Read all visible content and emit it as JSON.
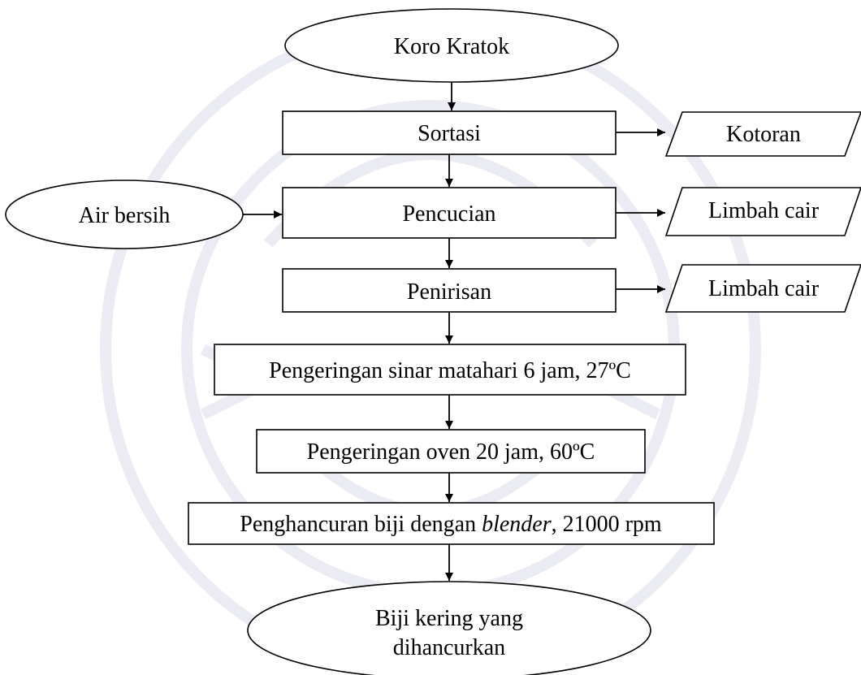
{
  "diagram": {
    "start": "Koro Kratok",
    "steps": {
      "sortasi": "Sortasi",
      "pencucian": "Pencucian",
      "penirisan": "Penirisan",
      "pengeringan_sinar": "Pengeringan sinar matahari 6 jam, 27ºC",
      "pengeringan_oven": "Pengeringan oven 20 jam, 60ºC",
      "penghancuran_prefix": "Penghancuran biji dengan ",
      "penghancuran_italic": "blender",
      "penghancuran_suffix": ", 21000 rpm"
    },
    "input": "Air bersih",
    "outputs": {
      "kotoran": "Kotoran",
      "limbah_cair_1": "Limbah cair",
      "limbah_cair_2": "Limbah cair"
    },
    "end": {
      "line1": "Biji kering yang",
      "line2": "dihancurkan"
    }
  },
  "colors": {
    "stroke": "#000000",
    "background": "#ffffff",
    "watermark": "#dcdcea"
  }
}
